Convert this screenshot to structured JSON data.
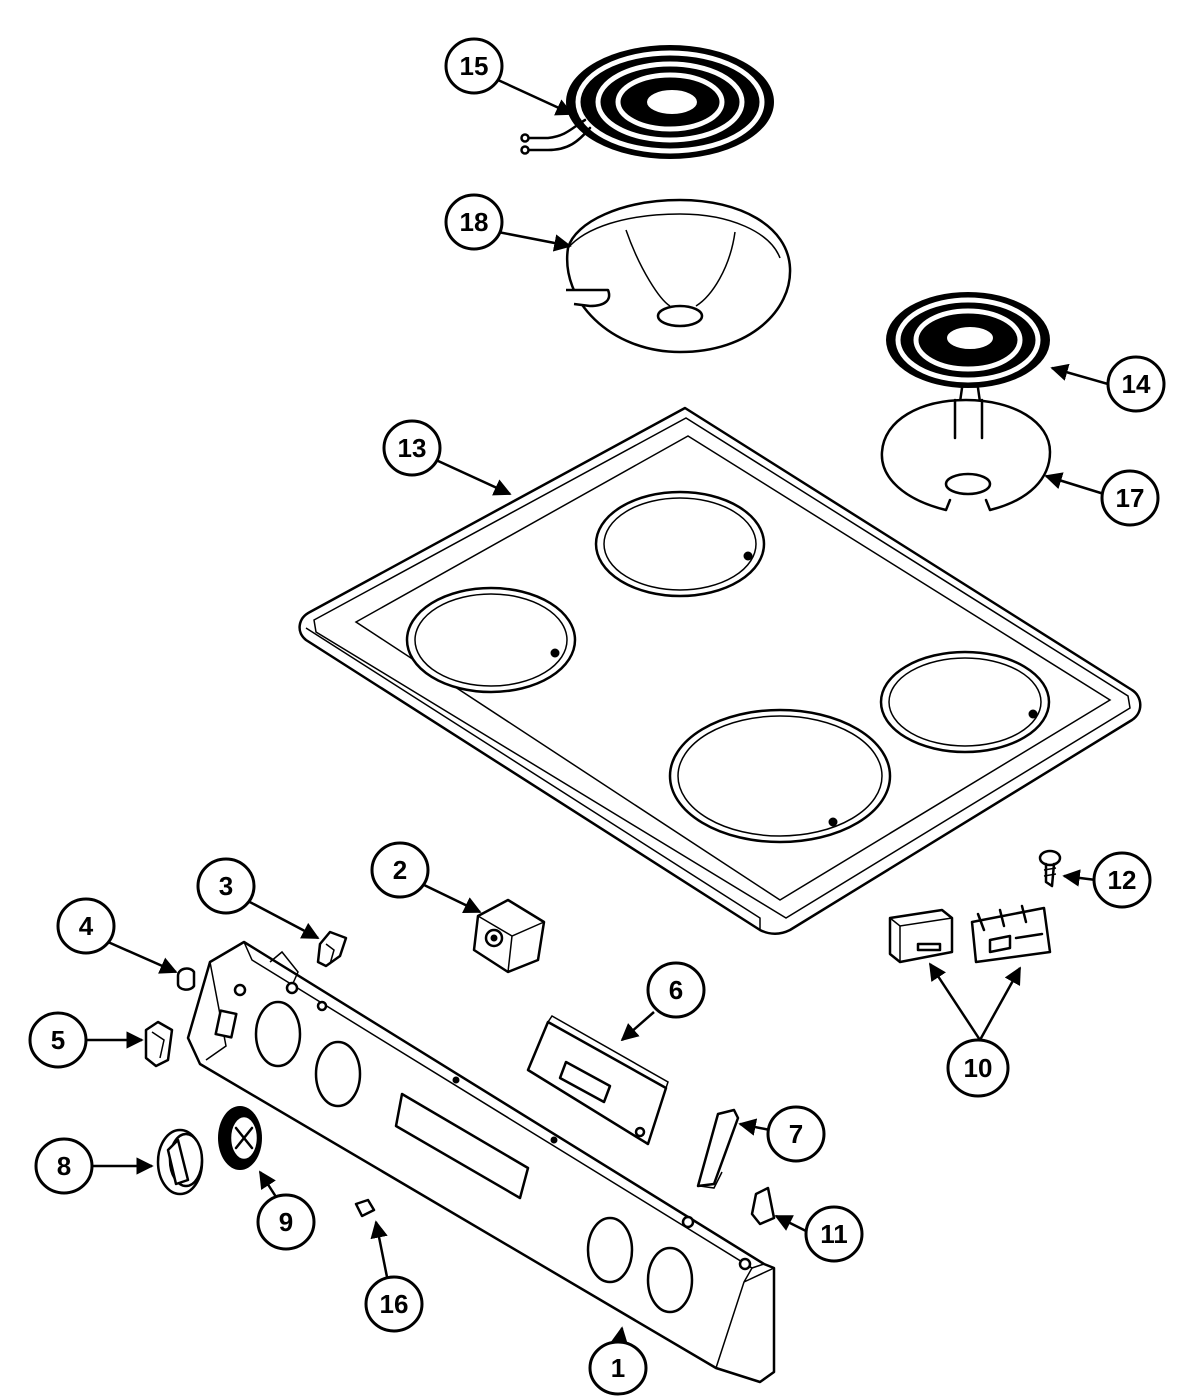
{
  "diagram": {
    "callouts": [
      {
        "id": "c15",
        "label": "15"
      },
      {
        "id": "c18",
        "label": "18"
      },
      {
        "id": "c14",
        "label": "14"
      },
      {
        "id": "c17",
        "label": "17"
      },
      {
        "id": "c13",
        "label": "13"
      },
      {
        "id": "c2",
        "label": "2"
      },
      {
        "id": "c3",
        "label": "3"
      },
      {
        "id": "c4",
        "label": "4"
      },
      {
        "id": "c5",
        "label": "5"
      },
      {
        "id": "c6",
        "label": "6"
      },
      {
        "id": "c7",
        "label": "7"
      },
      {
        "id": "c8",
        "label": "8"
      },
      {
        "id": "c9",
        "label": "9"
      },
      {
        "id": "c10",
        "label": "10"
      },
      {
        "id": "c11",
        "label": "11"
      },
      {
        "id": "c12",
        "label": "12"
      },
      {
        "id": "c16",
        "label": "16"
      },
      {
        "id": "c1",
        "label": "1"
      }
    ]
  }
}
